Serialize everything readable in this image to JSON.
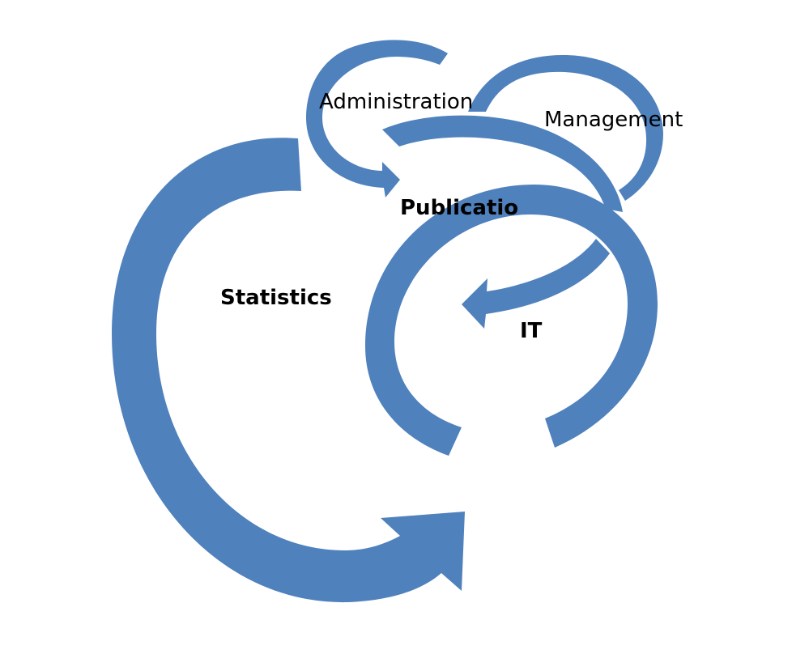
{
  "diagram": {
    "accent_color": "#4f81bd",
    "background_color": "#ffffff",
    "labels": {
      "administration": "Administration",
      "management": "Management",
      "publications": "Publications",
      "statistics": "Statistics",
      "it": "IT"
    }
  }
}
